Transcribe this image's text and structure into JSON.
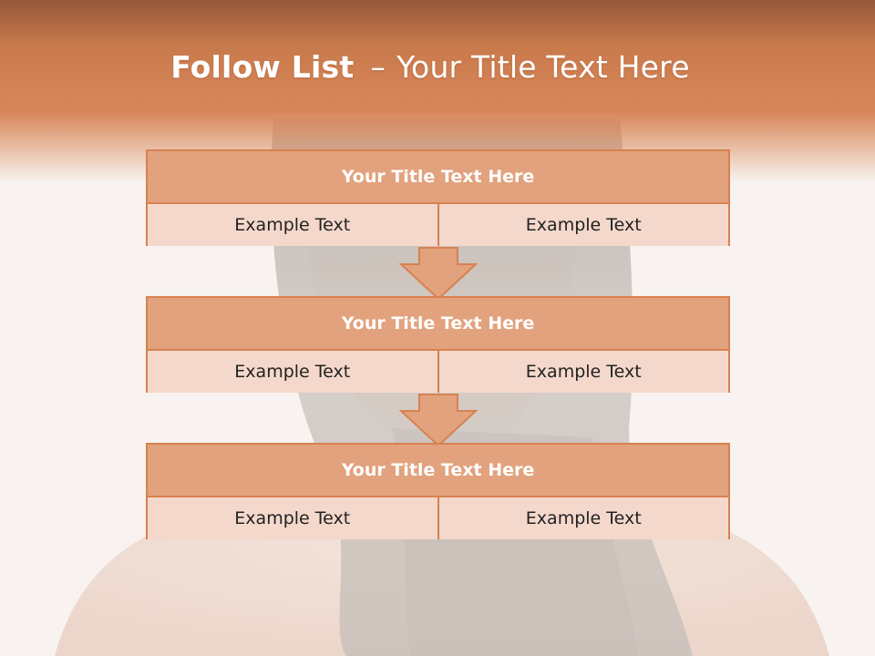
{
  "slide": {
    "title_bold": "Follow List",
    "title_dash": "–",
    "title_rest": "Your Title Text Here",
    "blocks": [
      {
        "title": "Your Title Text Here",
        "left": "Example Text",
        "right": "Example Text"
      },
      {
        "title": "Your Title Text Here",
        "left": "Example Text",
        "right": "Example Text"
      },
      {
        "title": "Your Title Text Here",
        "left": "Example Text",
        "right": "Example Text"
      }
    ]
  },
  "colors": {
    "header": "#d8875a",
    "block_title_fill": "#e2a27d",
    "block_cell_fill": "#f4d8cb",
    "border": "#d8814f",
    "arrow_fill": "#e2a27d"
  }
}
